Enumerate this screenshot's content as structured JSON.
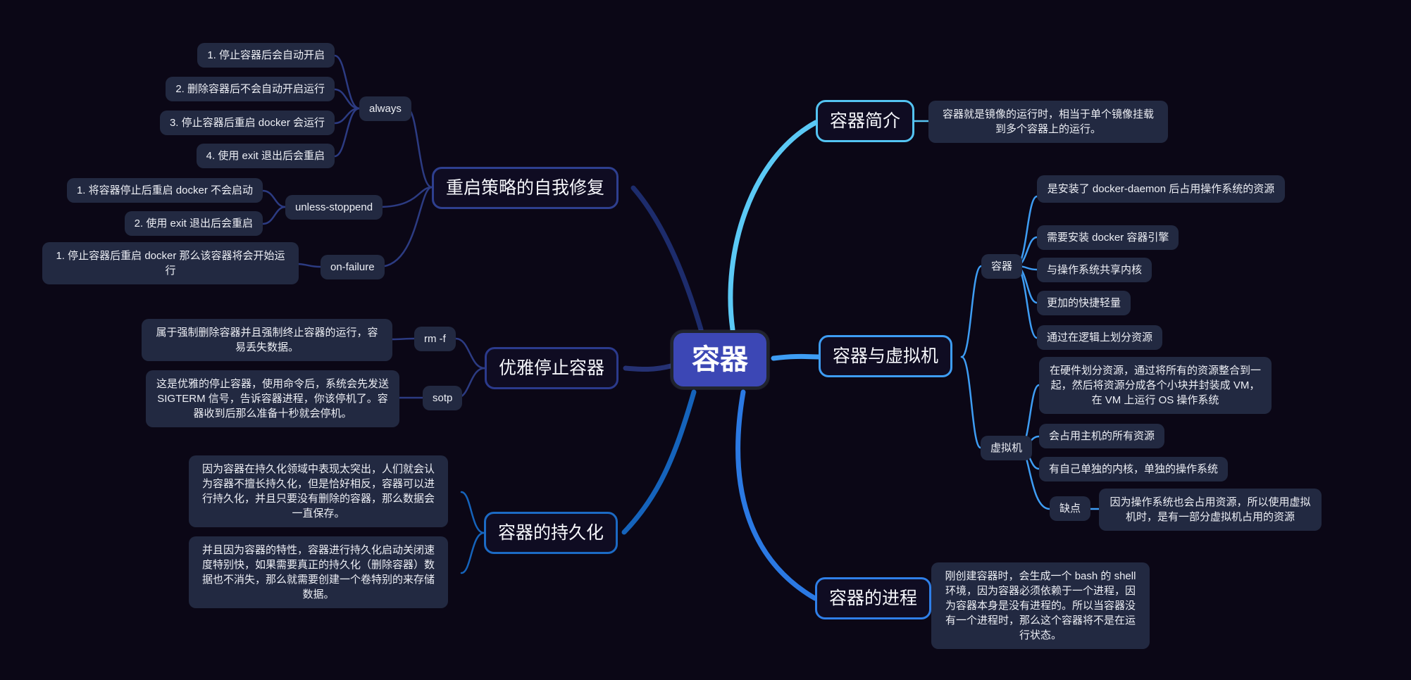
{
  "central": {
    "label": "容器"
  },
  "branches": {
    "restart": {
      "label": "重启策略的自我修复",
      "always": {
        "label": "always",
        "items": [
          "1. 停止容器后会自动开启",
          "2. 删除容器后不会自动开启运行",
          "3. 停止容器后重启 docker 会运行",
          "4. 使用 exit 退出后会重启"
        ]
      },
      "unless": {
        "label": "unless-stoppend",
        "items": [
          "1. 将容器停止后重启 docker 不会启动",
          "2. 使用 exit 退出后会重启"
        ]
      },
      "onfailure": {
        "label": "on-failure",
        "items": [
          "1. 停止容器后重启 docker 那么该容器将会开始运行"
        ]
      }
    },
    "graceful": {
      "label": "优雅停止容器",
      "rmf": {
        "label": "rm -f",
        "note": "属于强制删除容器并且强制终止容器的运行，容易丢失数据。"
      },
      "sotp": {
        "label": "sotp",
        "note": "这是优雅的停止容器，使用命令后，系统会先发送 SIGTERM 信号，告诉容器进程，你该停机了。容器收到后那么准备十秒就会停机。"
      }
    },
    "persistence": {
      "label": "容器的持久化",
      "notes": [
        "因为容器在持久化领域中表现太突出，人们就会认为容器不擅长持久化，但是恰好相反，容器可以进行持久化，并且只要没有删除的容器，那么数据会一直保存。",
        "并且因为容器的特性，容器进行持久化启动关闭速度特别快，如果需要真正的持久化（删除容器）数据也不消失，那么就需要创建一个卷特别的来存储数据。"
      ]
    },
    "intro": {
      "label": "容器简介",
      "note": "容器就是镜像的运行时，相当于单个镜像挂载到多个容器上的运行。"
    },
    "vs": {
      "label": "容器与虚拟机",
      "container": {
        "label": "容器",
        "items": [
          "是安装了 docker-daemon 后占用操作系统的资源",
          "需要安装 docker 容器引擎",
          "与操作系统共享内核",
          "更加的快捷轻量",
          "通过在逻辑上划分资源"
        ]
      },
      "vm": {
        "label": "虚拟机",
        "items": [
          "在硬件划分资源，通过将所有的资源整合到一起，然后将资源分成各个小块并封装成 VM，在 VM 上运行 OS 操作系统",
          "会占用主机的所有资源",
          "有自己单独的内核，单独的操作系统"
        ],
        "drawback": {
          "label": "缺点",
          "note": "因为操作系统也会占用资源，所以使用虚拟机时，是有一部分虚拟机占用的资源"
        }
      }
    },
    "process": {
      "label": "容器的进程",
      "note": "刚创建容器时，会生成一个 bash 的 shell 环境，因为容器必须依赖于一个进程，因为容器本身是没有进程的。所以当容器没有一个进程时，那么这个容器将不是在运行状态。"
    }
  },
  "colors": {
    "background": "#0B0716",
    "node_fill": "#222941",
    "central_fill": "#3C47B5",
    "text": "#EDEFF5",
    "branch_intro": "#5BC9F5",
    "branch_vs": "#3E9DF4",
    "branch_process": "#2B79E3",
    "branch_persistence": "#1563BB",
    "branch_restart": "#2C3B82",
    "branch_graceful": "#2B3A8C"
  }
}
